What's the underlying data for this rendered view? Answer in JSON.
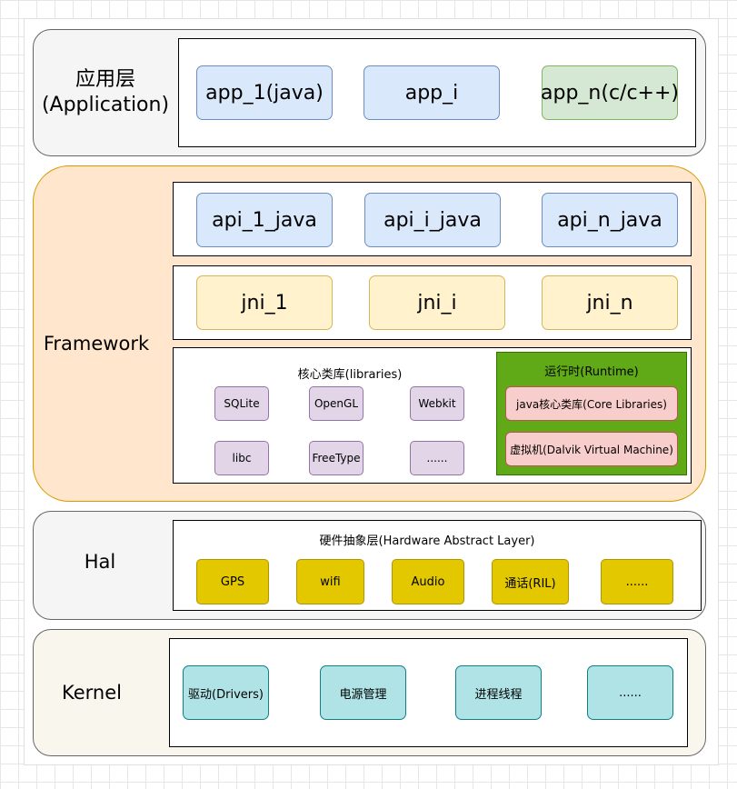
{
  "application": {
    "label_zh": "应用层",
    "label_en": "(Application)",
    "apps": [
      "app_1(java)",
      "app_i",
      "app_n(c/c++)"
    ]
  },
  "framework": {
    "label": "Framework",
    "apis": [
      "api_1_java",
      "api_i_java",
      "api_n_java"
    ],
    "jnis": [
      "jni_1",
      "jni_i",
      "jni_n"
    ],
    "libraries": {
      "title": "核心类库(libraries)",
      "items": [
        "SQLite",
        "OpenGL",
        "Webkit",
        "libc",
        "FreeType",
        "......"
      ]
    },
    "runtime": {
      "title": "运行时(Runtime)",
      "items": [
        "java核心类库(Core Libraries)",
        "虚拟机(Dalvik Virtual Machine)"
      ]
    }
  },
  "hal": {
    "label": "Hal",
    "title": "硬件抽象层(Hardware Abstract Layer)",
    "items": [
      "GPS",
      "wifi",
      "Audio",
      "通话(RIL)",
      "......"
    ]
  },
  "kernel": {
    "label": "Kernel",
    "items": [
      "驱动(Drivers)",
      "电源管理",
      "进程线程",
      "......"
    ]
  },
  "colors": {
    "app_blue": "#dae8fc",
    "app_green": "#d5e8d4",
    "framework_bg": "#ffe6cc",
    "jni_yellow": "#fff2cc",
    "lib_purple": "#e1d5e7",
    "runtime_green": "#60a917",
    "runtime_pink": "#f8cecc",
    "hal_gold": "#e3c800",
    "kernel_cyan": "#b0e3e6"
  }
}
